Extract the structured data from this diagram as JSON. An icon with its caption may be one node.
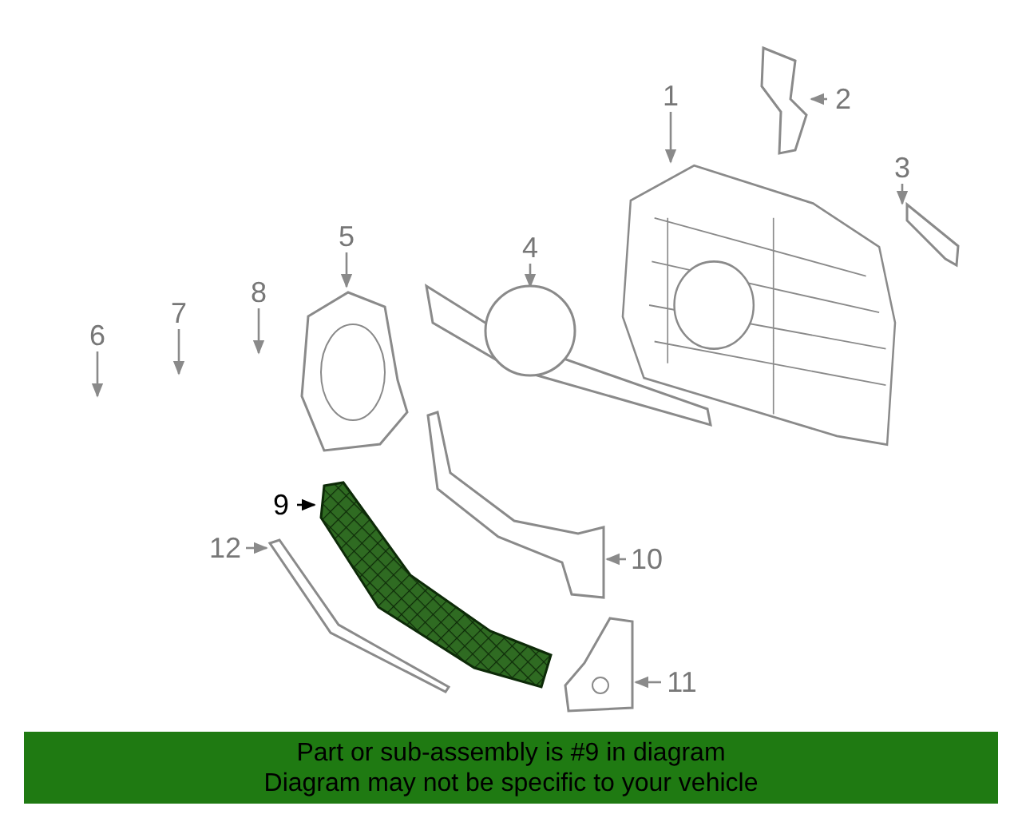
{
  "diagram": {
    "nodes": [
      {
        "text": [
          "1"
        ]
      },
      {
        "text": [],
        "shape": "picture"
      },
      {
        "text": [
          "2"
        ]
      },
      {
        "text": [],
        "shape": "picture"
      },
      {
        "text": [
          "3"
        ]
      },
      {
        "text": [],
        "shape": "picture"
      },
      {
        "text": [
          "5"
        ]
      },
      {
        "text": [],
        "shape": "picture"
      },
      {
        "text": [
          "4"
        ]
      },
      {
        "text": [],
        "shape": "picture"
      },
      {
        "text": [
          "6"
        ]
      },
      {
        "text": [
          "7"
        ]
      },
      {
        "text": [
          "8"
        ]
      },
      {
        "text": [
          "9"
        ]
      },
      {
        "text": [],
        "shape": "picture"
      },
      {
        "text": [
          "12"
        ]
      },
      {
        "text": [],
        "shape": "picture"
      },
      {
        "text": [
          "10"
        ]
      },
      {
        "text": [],
        "shape": "picture"
      },
      {
        "text": [
          "11"
        ]
      },
      {
        "text": [],
        "shape": "picture"
      },
      {
        "text": [
          "Part or sub-assembly is #9 in diagram",
          "Diagram may not be specific to your vehicle"
        ]
      }
    ],
    "edges": [
      {
        "from": 0,
        "to": 1,
        "arrow": "to"
      },
      {
        "from": 2,
        "to": 3,
        "arrow": "to"
      },
      {
        "from": 4,
        "to": 5,
        "arrow": "to"
      },
      {
        "from": 6,
        "to": 7,
        "arrow": "to"
      },
      {
        "from": 8,
        "to": 9,
        "arrow": "to"
      },
      {
        "from": 10,
        "to": null,
        "arrow": "to"
      },
      {
        "from": 11,
        "to": null,
        "arrow": "to"
      },
      {
        "from": 12,
        "to": null,
        "arrow": "to"
      },
      {
        "from": 13,
        "to": 14,
        "arrow": "to",
        "color": "#000000"
      },
      {
        "from": 15,
        "to": 16,
        "arrow": "to"
      },
      {
        "from": 17,
        "to": 18,
        "arrow": "to"
      },
      {
        "from": 19,
        "to": 20,
        "arrow": "to"
      }
    ]
  }
}
